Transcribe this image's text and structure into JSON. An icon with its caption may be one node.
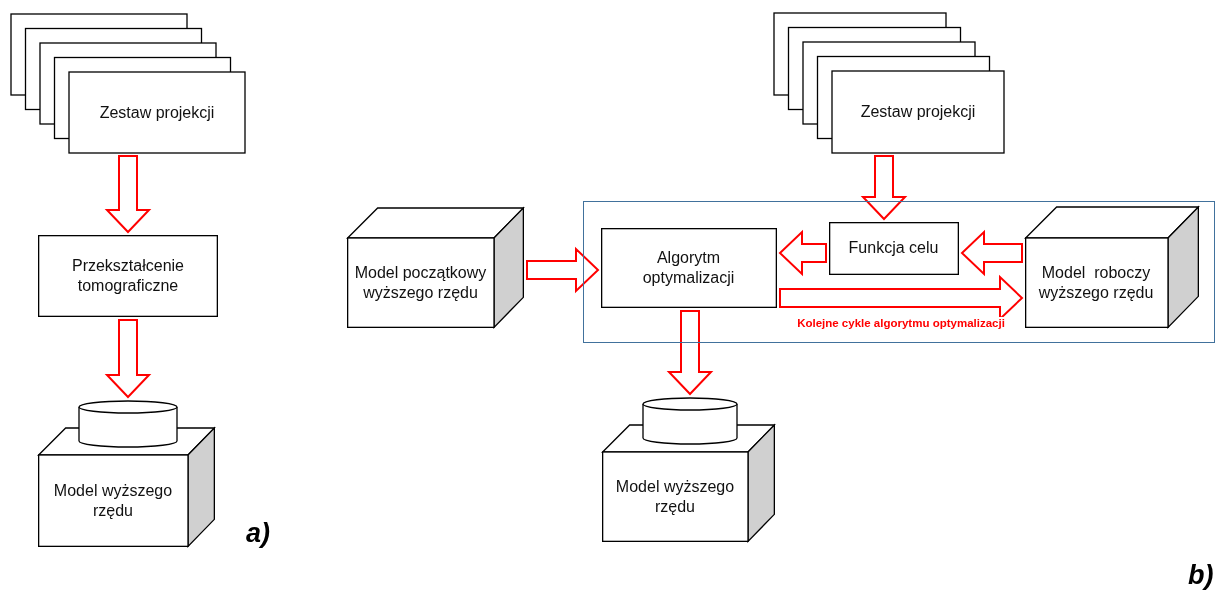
{
  "diagram": {
    "nodes": [
      {
        "text": [
          "Zestaw projekcji"
        ]
      },
      {
        "text": [
          "Przekształcenie tomograficzne"
        ]
      },
      {
        "text": [
          "Model wyższego rzędu"
        ]
      },
      {
        "text": [
          "Zestaw projekcji"
        ]
      },
      {
        "text": [
          "Model początkowy wyższego rzędu"
        ]
      },
      {
        "text": [],
        "shape": "box"
      },
      {
        "text": [
          "Algorytm optymalizacji"
        ],
        "in": 5
      },
      {
        "text": [
          "Funkcja celu"
        ],
        "in": 5
      },
      {
        "text": [
          "Model  roboczy wyższego rzędu"
        ],
        "in": 5
      },
      {
        "text": [
          "Model wyższego rzędu"
        ]
      }
    ],
    "edges": [
      {
        "from": 0,
        "to": 1,
        "arrow": "to"
      },
      {
        "from": 1,
        "to": 2,
        "arrow": "to"
      },
      {
        "from": 3,
        "to": 7,
        "arrow": "to"
      },
      {
        "from": 4,
        "to": 6,
        "arrow": "to"
      },
      {
        "from": 7,
        "to": 6,
        "arrow": "to"
      },
      {
        "from": 8,
        "to": 7,
        "arrow": "to"
      },
      {
        "from": 6,
        "to": 8,
        "arrow": "to",
        "label": "Kolejne cykle algorytmu optymalizacji"
      },
      {
        "from": 6,
        "to": 9,
        "arrow": "to"
      }
    ],
    "labels": [
      "a)",
      "b)"
    ]
  }
}
